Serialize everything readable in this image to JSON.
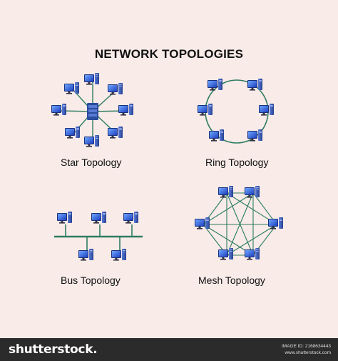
{
  "title": "NETWORK TOPOLOGIES",
  "captions": {
    "star": "Star Topology",
    "ring": "Ring Topology",
    "bus": "Bus Topology",
    "mesh": "Mesh Topology"
  },
  "footer": {
    "logo": "shutterstock.",
    "image_id": "IMAGE ID: 2168634443",
    "site": "www.shutterstock.com"
  },
  "colors": {
    "background": "#f8ebe8",
    "link": "#2e7d61",
    "monitor": "#2f6fe0",
    "tower": "#3a56a8"
  },
  "icons": [
    "computer-icon",
    "server-icon"
  ]
}
